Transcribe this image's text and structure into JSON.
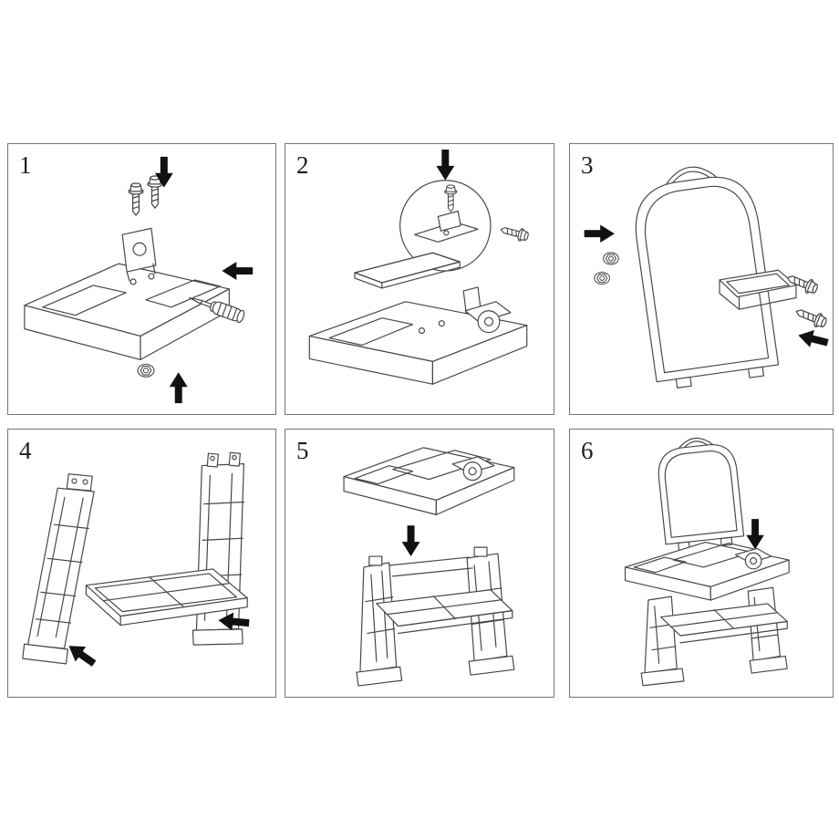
{
  "colors": {
    "background": "#ffffff",
    "line": "#474747",
    "arrow": "#111111",
    "panel_border": "#767676"
  },
  "panels": [
    {
      "number": "1",
      "arrows": [
        "down",
        "left",
        "up"
      ],
      "parts": [
        "bench-top-base",
        "saw-bracket",
        "screw",
        "screw",
        "screwdriver",
        "flange-nut"
      ]
    },
    {
      "number": "2",
      "arrows": [
        "down"
      ],
      "parts": [
        "magnified-detail",
        "screw",
        "bolt",
        "pegboard-plate",
        "bench-top-base",
        "saw-unit"
      ]
    },
    {
      "number": "3",
      "arrows": [
        "right",
        "left"
      ],
      "parts": [
        "pegboard-back-panel",
        "handle",
        "tray",
        "bolt",
        "bolt",
        "flange-nut",
        "flange-nut"
      ]
    },
    {
      "number": "4",
      "arrows": [
        "up-left",
        "left"
      ],
      "parts": [
        "left-leg-frame",
        "right-leg-frame",
        "shelf-frame"
      ]
    },
    {
      "number": "5",
      "arrows": [
        "down"
      ],
      "parts": [
        "bench-top-assembly",
        "leg-stand-assembly"
      ]
    },
    {
      "number": "6",
      "arrows": [
        "down"
      ],
      "parts": [
        "pegboard-back-panel",
        "bench-assembly"
      ]
    }
  ]
}
